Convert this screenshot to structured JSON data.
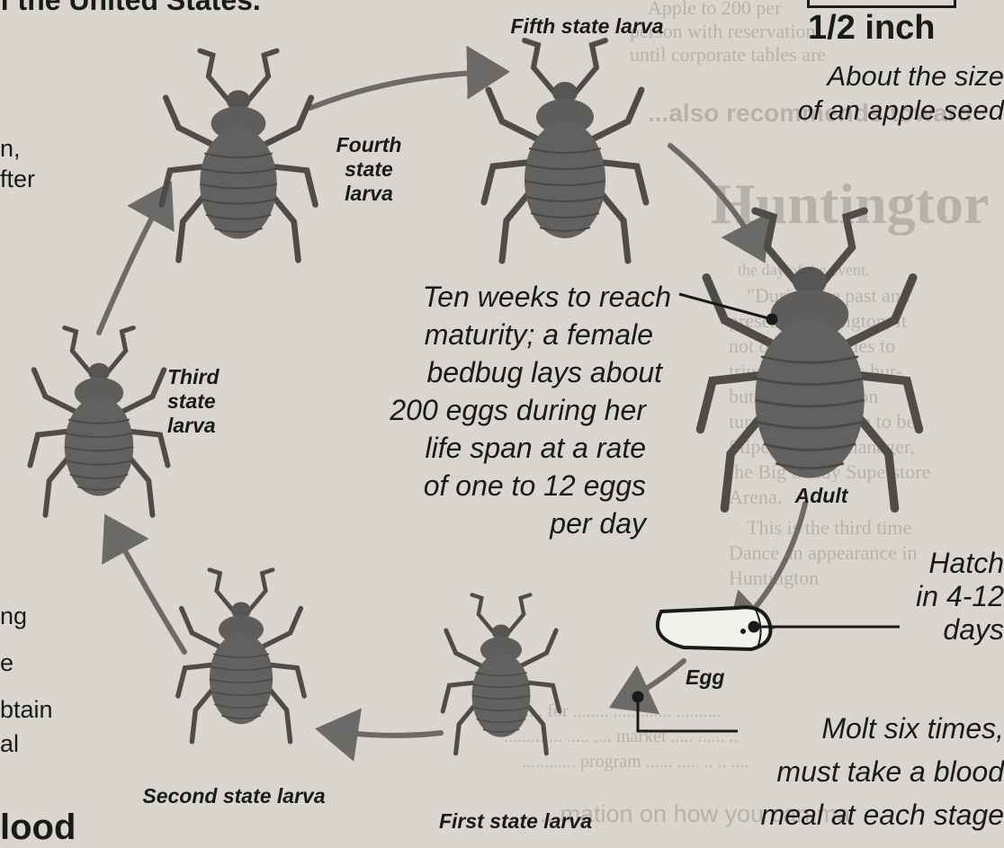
{
  "header": {
    "top_left_title": "f the United States.",
    "scale_value": "1/2 inch",
    "scale_caption_line1": "About the size",
    "scale_caption_line2": "of an apple seed"
  },
  "stages": {
    "fifth": "Fifth state larva",
    "fourth_line1": "Fourth",
    "fourth_line2": "state",
    "fourth_line3": "larva",
    "third_line1": "Third",
    "third_line2": "state",
    "third_line3": "larva",
    "second": "Second state larva",
    "first": "First state larva",
    "egg": "Egg",
    "adult": "Adult"
  },
  "captions": {
    "maturity": [
      "Ten weeks to reach",
      "maturity; a female",
      "bedbug lays about",
      "200 eggs during her",
      "life span at a rate",
      "of one to 12 eggs",
      "per day"
    ],
    "hatch": [
      "Hatch",
      "in 4-12",
      "days"
    ],
    "molt": [
      "Molt six times,",
      "must take a blood",
      "meal at each stage"
    ]
  },
  "left_text": {
    "line1": "n,",
    "line2": "fter",
    "line3": "ng",
    "line4": "e",
    "line5": "btain",
    "line6": "al",
    "bottom_heading": "lood"
  },
  "background_text": {
    "newspaper_header": "Huntingtor",
    "top_col_line1": "Apple to 200 per",
    "top_col_line2": "person with reservation",
    "top_col_line3": "until corporate tables are",
    "mid_heading": "...also recommends toward",
    "right_col": [
      "the day of the event.",
      "\"During the past and",
      "present, Huntington, it",
      "not only continues to",
      "triumph over this hur-",
      "but the Huntington",
      "tures was a dream to be",
      "Stipe, general manager,",
      "the Big Sandy Superstore",
      "Arena.",
      "This is the third time",
      "Dance an appearance in",
      "Huntington"
    ],
    "bottom_mid": [
      "A ..... for ........ ..... ....... ..........",
      "............. ..... .... market ..... ...... ..",
      "............ program ...... ..... .. .. ...."
    ],
    "bottom_heading": "...mation on how you can ma"
  },
  "colors": {
    "paper": "#d9d6cf",
    "ink": "#1a1a1a",
    "bug_body": "#5e5c5a",
    "bug_stripe": "#4a4846",
    "arrow": "#6c6a68"
  }
}
